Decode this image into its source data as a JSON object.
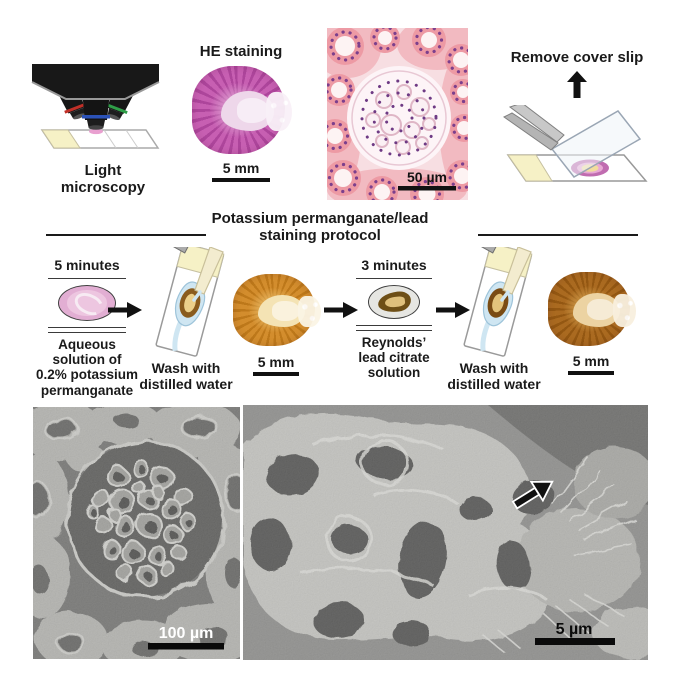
{
  "top": {
    "microscope": {
      "label_lines": [
        "Light",
        "microscopy"
      ]
    },
    "he": {
      "title": "HE staining",
      "scale_label": "5 mm"
    },
    "histology": {
      "scale_label": "50 µm"
    },
    "coverslip": {
      "title": "Remove cover slip"
    }
  },
  "protocol": {
    "title_lines": [
      "Potassium permanganate/lead",
      "staining protocol"
    ],
    "step1": {
      "time": "5 minutes",
      "reagent_lines": [
        "Aqueous",
        "solution of",
        "0.2% potassium",
        "permanganate"
      ]
    },
    "wash1": {
      "lines": [
        "Wash with",
        "distilled water"
      ]
    },
    "kidney1": {
      "scale_label": "5 mm"
    },
    "step2": {
      "time": "3 minutes",
      "reagent_lines": [
        "Reynolds’",
        "lead citrate",
        "solution"
      ]
    },
    "wash2": {
      "lines": [
        "Wash with",
        "distilled water"
      ]
    },
    "kidney2": {
      "scale_label": "5 mm"
    }
  },
  "sem": {
    "left": {
      "scale_label": "100 µm"
    },
    "right": {
      "scale_label": "5 µm"
    }
  },
  "colors": {
    "kidney_pink_outer": "#c75fb2",
    "kidney_pink_streak": "#ad459b",
    "kidney_pink_mid": "#dc9ccf",
    "kidney_pink_pale": "#eed7ea",
    "kidney_orange_outer": "#d38d2d",
    "kidney_orange_streak": "#bd781a",
    "kidney_orange_mid": "#e7b763",
    "kidney_orange_pale": "#f4e3b4",
    "kidney_brown_outer": "#aa6a20",
    "kidney_brown_streak": "#935712",
    "kidney_brown_mid": "#cf9a49",
    "kidney_brown_pale": "#ecd3a2",
    "dish_pink": "#e2aed3",
    "dish_gray": "#e6e6e2",
    "slide_label_yellow": "#f6f1c6",
    "water_blue": "#cfe6f2",
    "arrow_black": "#111111"
  }
}
